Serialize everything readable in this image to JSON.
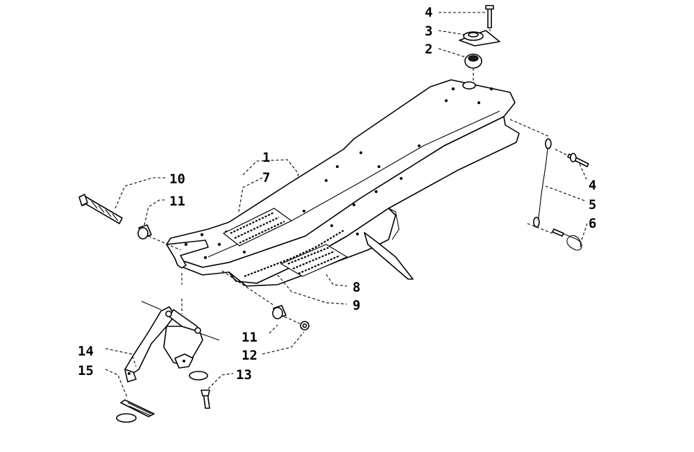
{
  "callouts": {
    "c1": "1",
    "c2": "2",
    "c3": "3",
    "c4a": "4",
    "c4b": "4",
    "c5": "5",
    "c6": "6",
    "c7": "7",
    "c8": "8",
    "c9": "9",
    "c10": "10",
    "c11a": "11",
    "c11b": "11",
    "c12": "12",
    "c13": "13",
    "c14": "14",
    "c15": "15"
  }
}
